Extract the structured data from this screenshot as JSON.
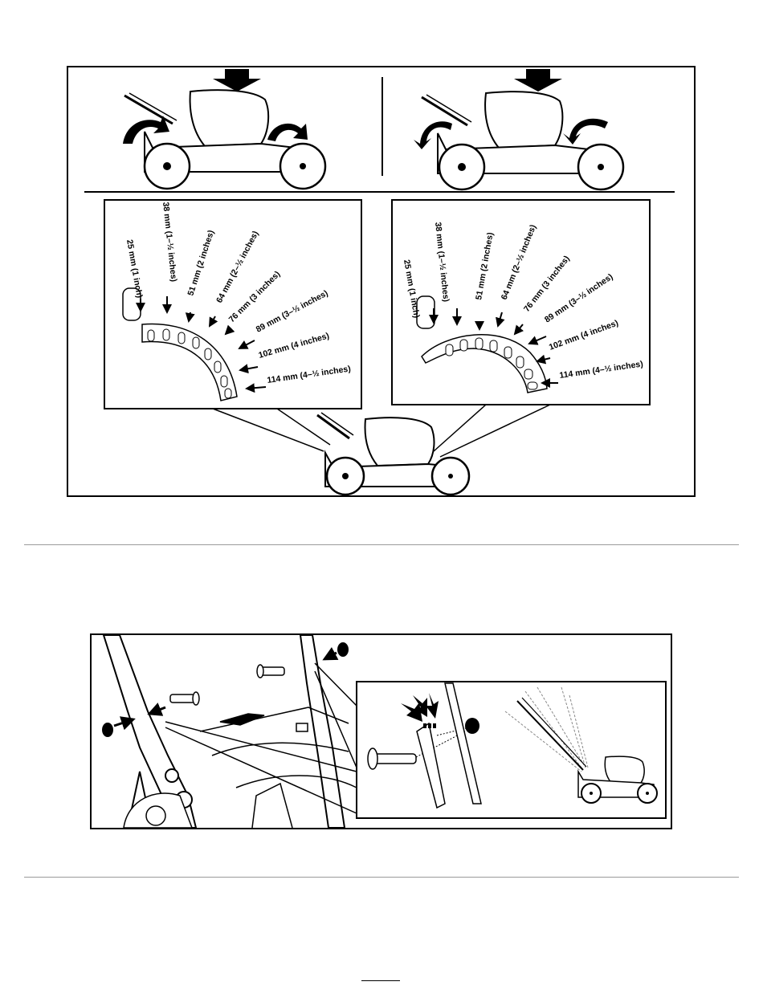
{
  "figure_top": {
    "left_dial": {
      "labels": [
        "25 mm (1 inch)",
        "38 mm (1–½ inches)",
        "51 mm (2 inches)",
        "64 mm (2–½ inches)",
        "76 mm (3 inches)",
        "89 mm (3–½ inches)",
        "102 mm (4 inches)",
        "114 mm (4–½ inches)"
      ]
    },
    "right_dial": {
      "labels": [
        "25 mm (1 inch)",
        "38 mm (1–½ inches)",
        "51 mm (2 inches)",
        "64 mm (2–½ inches)",
        "76 mm (3 inches)",
        "89 mm (3–½ inches)",
        "102 mm (4 inches)",
        "114 mm (4–½ inches)"
      ]
    },
    "arrows": {
      "left_panel": "up-arrow-icon",
      "right_panel": "down-arrow-icon"
    }
  },
  "figure_bottom": {
    "icons": [
      "bolt-icon",
      "nut-icon",
      "mower-icon"
    ]
  }
}
